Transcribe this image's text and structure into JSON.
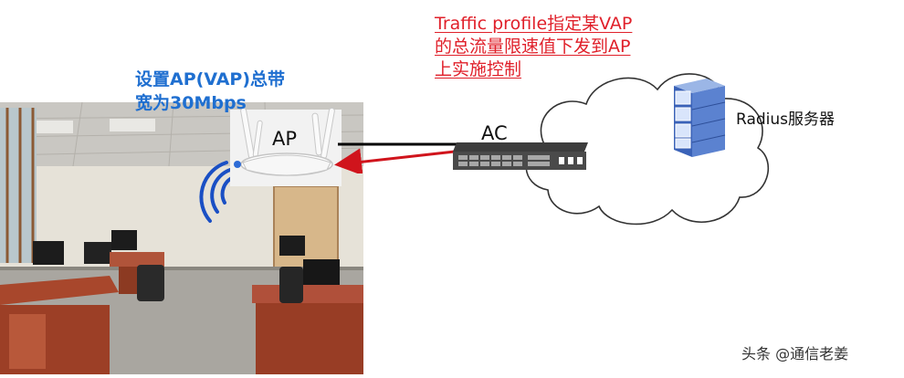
{
  "diagram": {
    "ap_bandwidth_label": [
      "设置AP(VAP)总带",
      "宽为30Mbps"
    ],
    "traffic_profile_label": [
      "Traffic profile指定某VAP",
      "的总流量限速值下发到AP",
      "上实施控制"
    ],
    "ap_label": "AP",
    "ac_label": "AC",
    "radius_label": "Radius服务器",
    "watermark": "头条 @通信老姜"
  },
  "colors": {
    "blue_text": "#1f6fd0",
    "red_text": "#e0202a",
    "arrow": "#d0141c",
    "link_line": "#000000",
    "cloud_stroke": "#333333",
    "server": "#4a73c4"
  },
  "icons": [
    "wifi-signal-icon",
    "wireless-ap-icon",
    "switch-ac-icon",
    "server-icon",
    "cloud-icon",
    "arrow-icon"
  ]
}
